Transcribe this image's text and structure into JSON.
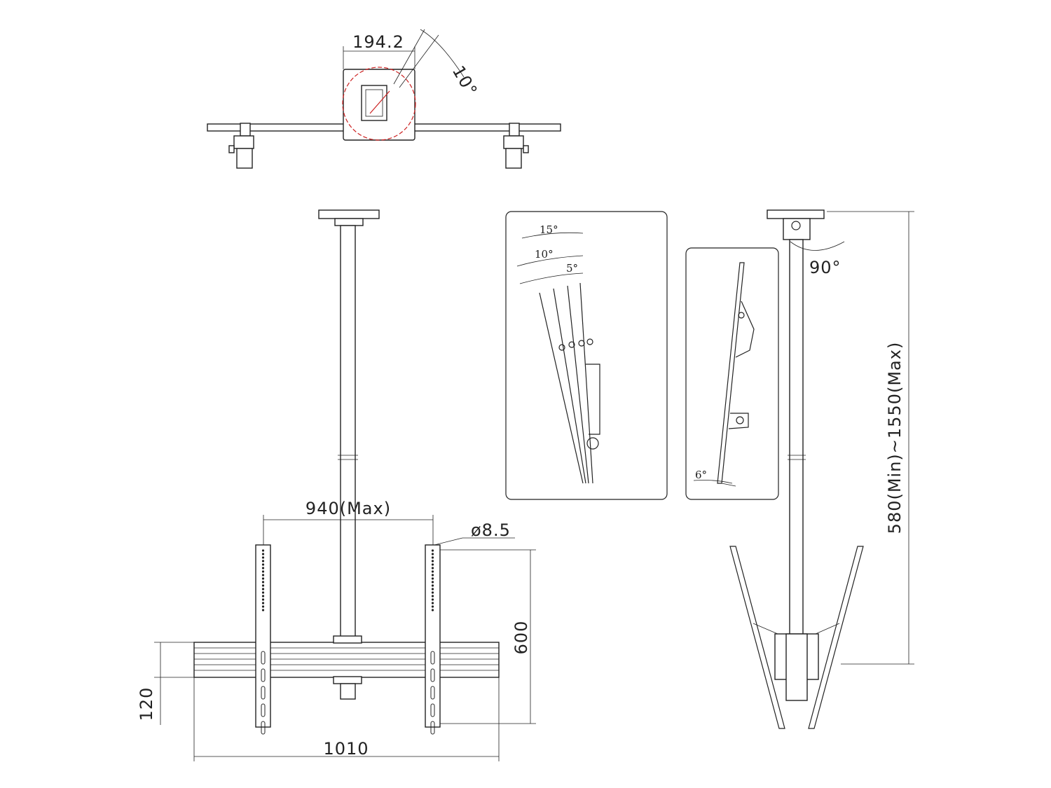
{
  "top_view": {
    "width_label": "194.2",
    "rotation_label": "10°"
  },
  "front_view": {
    "rail_spacing_label": "940(Max)",
    "hole_diameter_label": "ø8.5",
    "rail_height_label": "600",
    "bar_height_label": "120",
    "bar_width_label": "1010"
  },
  "tilt_panel": {
    "angle_labels": [
      "15°",
      "10°",
      "5°"
    ]
  },
  "tilt_panel_2": {
    "angle_label": "6°"
  },
  "side_view": {
    "swivel_label": "90°",
    "height_range_label": "580(Min)~1550(Max)"
  },
  "colors": {
    "line": "#222222",
    "accent": "#cc2222"
  }
}
